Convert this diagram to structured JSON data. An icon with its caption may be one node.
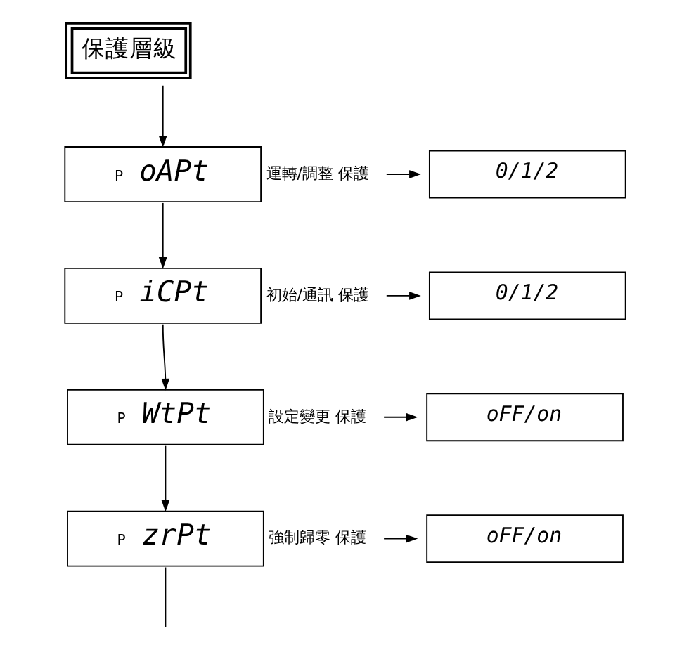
{
  "diagram": {
    "title": "保護層級",
    "nodes": [
      {
        "text": [
          "P",
          "oAPt"
        ],
        "beside": [
          "運轉/調整 保護"
        ]
      },
      {
        "text": [
          "0/1/2"
        ]
      },
      {
        "text": [
          "P",
          "iCPt"
        ],
        "beside": [
          "初始/通訊 保護"
        ]
      },
      {
        "text": [
          "0/1/2"
        ]
      },
      {
        "text": [
          "P",
          "WtPt"
        ],
        "beside": [
          "設定變更 保護"
        ]
      },
      {
        "text": [
          "oFF/on"
        ]
      },
      {
        "text": [
          "P",
          "zrPt"
        ],
        "beside": [
          "強制歸零 保護"
        ]
      },
      {
        "text": [
          "oFF/on"
        ]
      }
    ],
    "edges": [
      {
        "from": null,
        "to": 0,
        "arrow": "to"
      },
      {
        "from": 0,
        "to": 2,
        "arrow": "to"
      },
      {
        "from": 2,
        "to": 4,
        "arrow": "to"
      },
      {
        "from": 4,
        "to": 6,
        "arrow": "to"
      },
      {
        "from": 6,
        "to": null,
        "arrow": "none"
      },
      {
        "from": 0,
        "to": 1,
        "arrow": "to"
      },
      {
        "from": 2,
        "to": 3,
        "arrow": "to"
      },
      {
        "from": 4,
        "to": 5,
        "arrow": "to"
      },
      {
        "from": 6,
        "to": 7,
        "arrow": "to"
      }
    ]
  }
}
